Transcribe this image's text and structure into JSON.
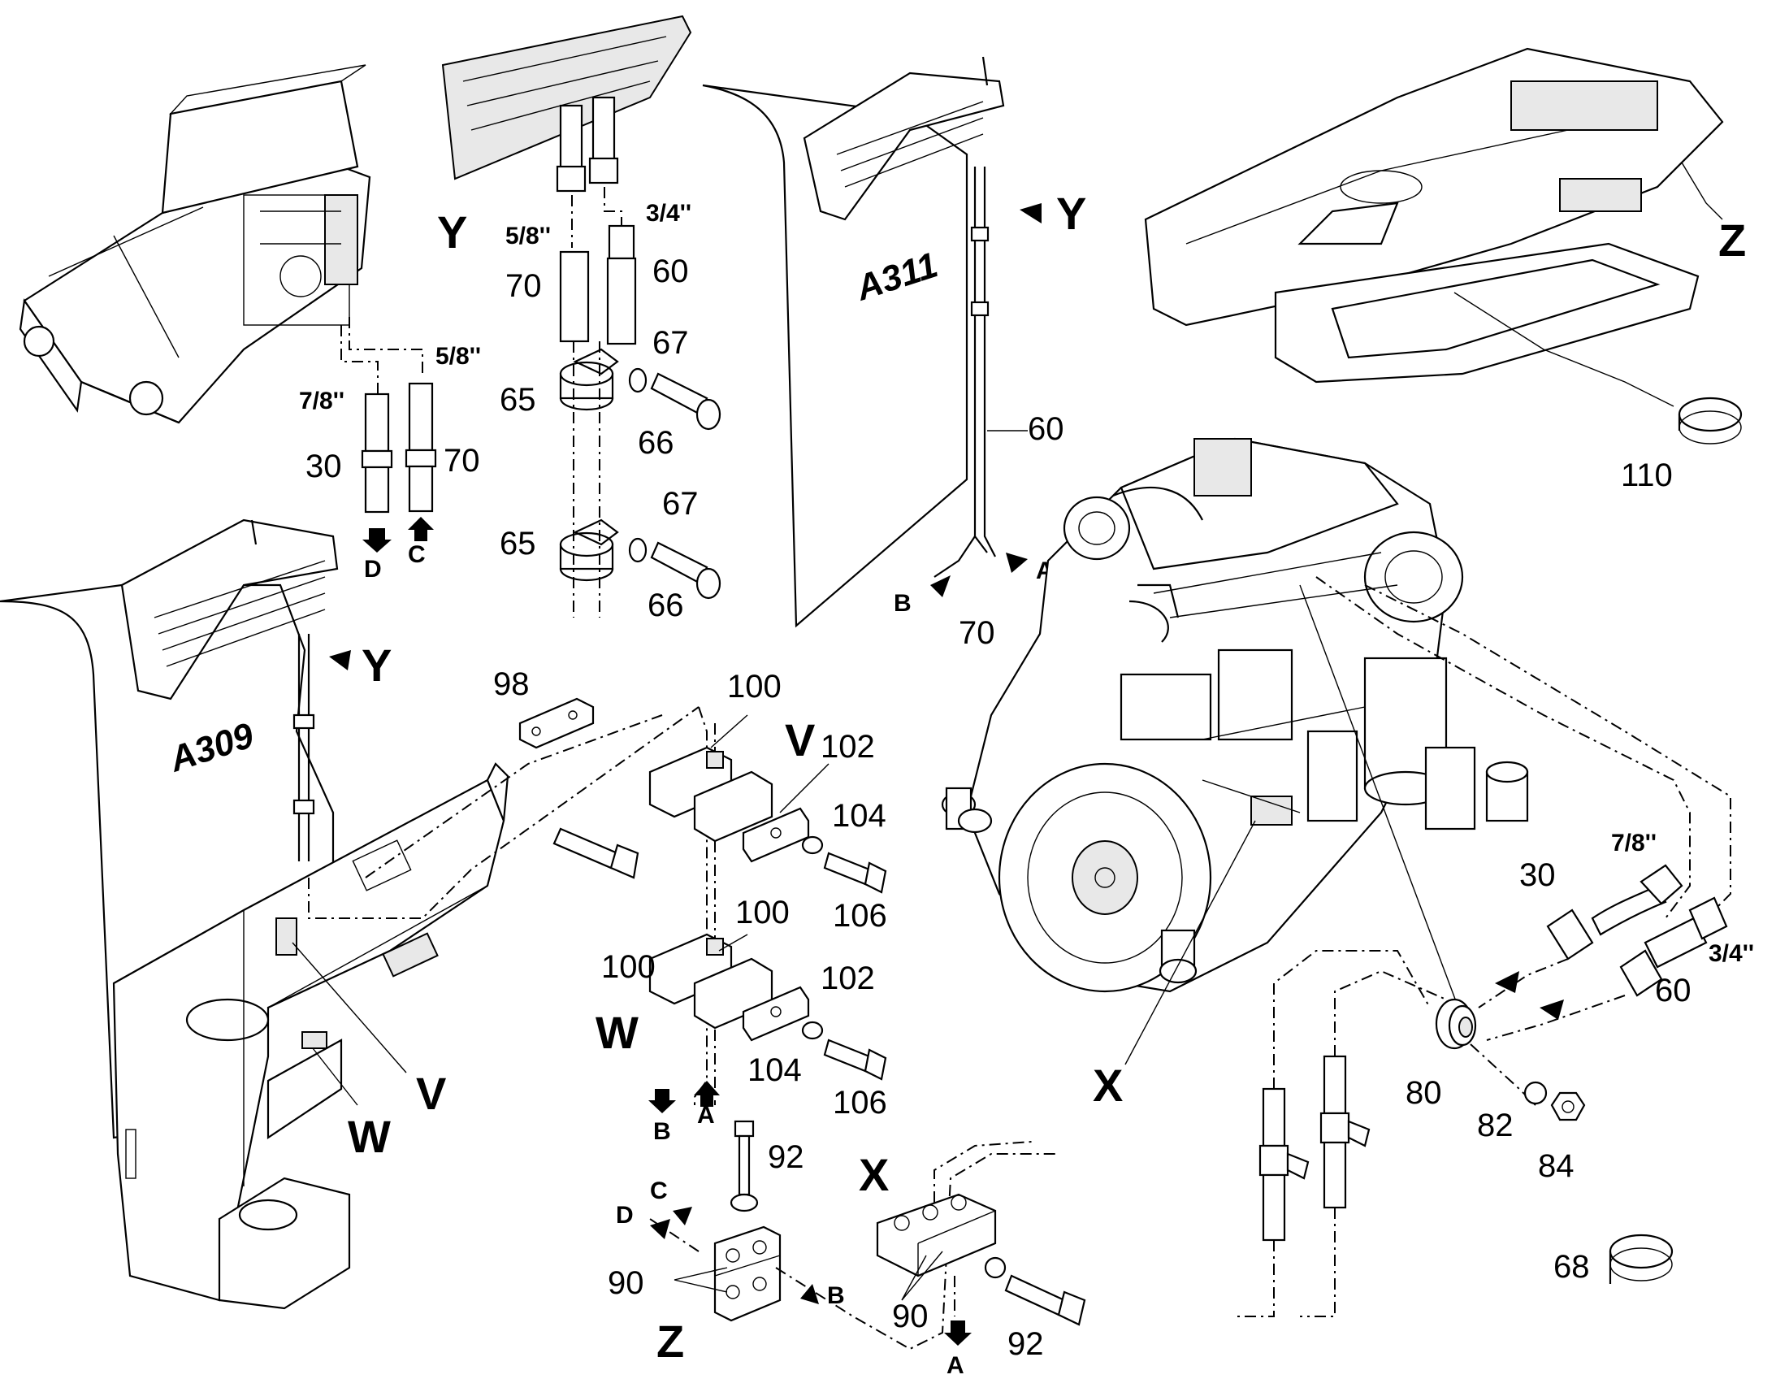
{
  "labels": {
    "l30a": "30",
    "l70a": "70",
    "f78a": "7/8''",
    "f58a": "5/8''",
    "aD": "D",
    "aC": "C",
    "Ytop": "Y",
    "f58b": "5/8''",
    "f34a": "3/4''",
    "l70b": "70",
    "l60a": "60",
    "l65a": "65",
    "l67a": "67",
    "l66a": "66",
    "l65b": "65",
    "l67b": "67",
    "l66b": "66",
    "Yright": "Y",
    "l60b": "60",
    "aA1": "A",
    "aB1": "B",
    "l70c": "70",
    "A311": "A311",
    "A309": "A309",
    "Yleft": "Y",
    "Z1": "Z",
    "l110": "110",
    "l98": "98",
    "l100a": "100",
    "V1": "V",
    "l102a": "102",
    "l104a": "104",
    "l106a": "106",
    "l100b": "100",
    "l100c": "100",
    "l102b": "102",
    "l104b": "104",
    "l106b": "106",
    "W1": "W",
    "V2": "V",
    "W2": "W",
    "aB2": "B",
    "aA2": "A",
    "l92a": "92",
    "aC2": "C",
    "aD2": "D",
    "l90a": "90",
    "aB3": "B",
    "Z2": "Z",
    "X1": "X",
    "l90b": "90",
    "aA3": "A",
    "l92b": "92",
    "X2": "X",
    "l80": "80",
    "l82": "82",
    "l84": "84",
    "l30b": "30",
    "f78b": "7/8''",
    "f34b": "3/4''",
    "l60c": "60",
    "l68": "68"
  }
}
